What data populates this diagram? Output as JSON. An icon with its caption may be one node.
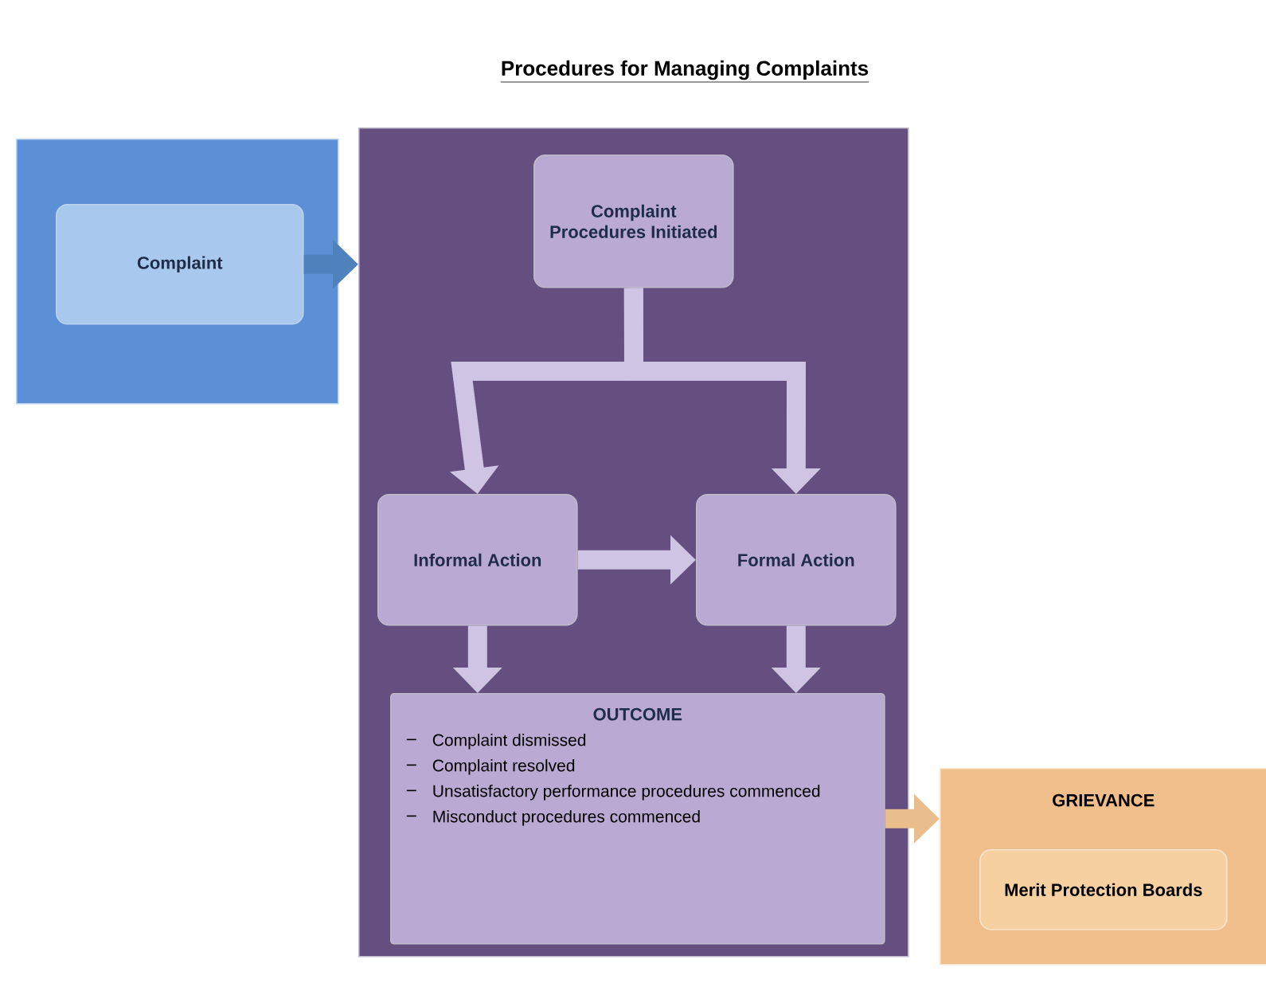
{
  "diagram": {
    "title": "Procedures for Managing Complaints",
    "nodes": [
      {
        "text": [],
        "shape": "box"
      },
      {
        "text": [
          "Complaint"
        ],
        "in": 0
      },
      {
        "text": [],
        "shape": "box"
      },
      {
        "text": [
          "Complaint Procedures Initiated"
        ],
        "in": 2
      },
      {
        "text": [
          "Informal Action"
        ],
        "in": 2
      },
      {
        "text": [
          "Formal Action"
        ],
        "in": 2
      },
      {
        "text": [
          "OUTCOME",
          "Complaint dismissed",
          "Complaint resolved",
          "Unsatisfactory performance procedures commenced",
          "Misconduct procedures commenced"
        ],
        "in": 2
      },
      {
        "text": [
          "GRIEVANCE"
        ]
      },
      {
        "text": [
          "Merit Protection Boards"
        ],
        "in": 7
      }
    ],
    "edges": [
      {
        "from": 1,
        "to": 2,
        "arrow": "to",
        "color": "#4f81bd"
      },
      {
        "from": 3,
        "to": 4,
        "arrow": "to"
      },
      {
        "from": 3,
        "to": 5,
        "arrow": "to"
      },
      {
        "from": 4,
        "to": 5,
        "arrow": "to"
      },
      {
        "from": 4,
        "to": 6,
        "arrow": "to"
      },
      {
        "from": 5,
        "to": 6,
        "arrow": "to"
      },
      {
        "from": 6,
        "to": 7,
        "arrow": "to",
        "color": "#e8bf8c"
      }
    ]
  }
}
